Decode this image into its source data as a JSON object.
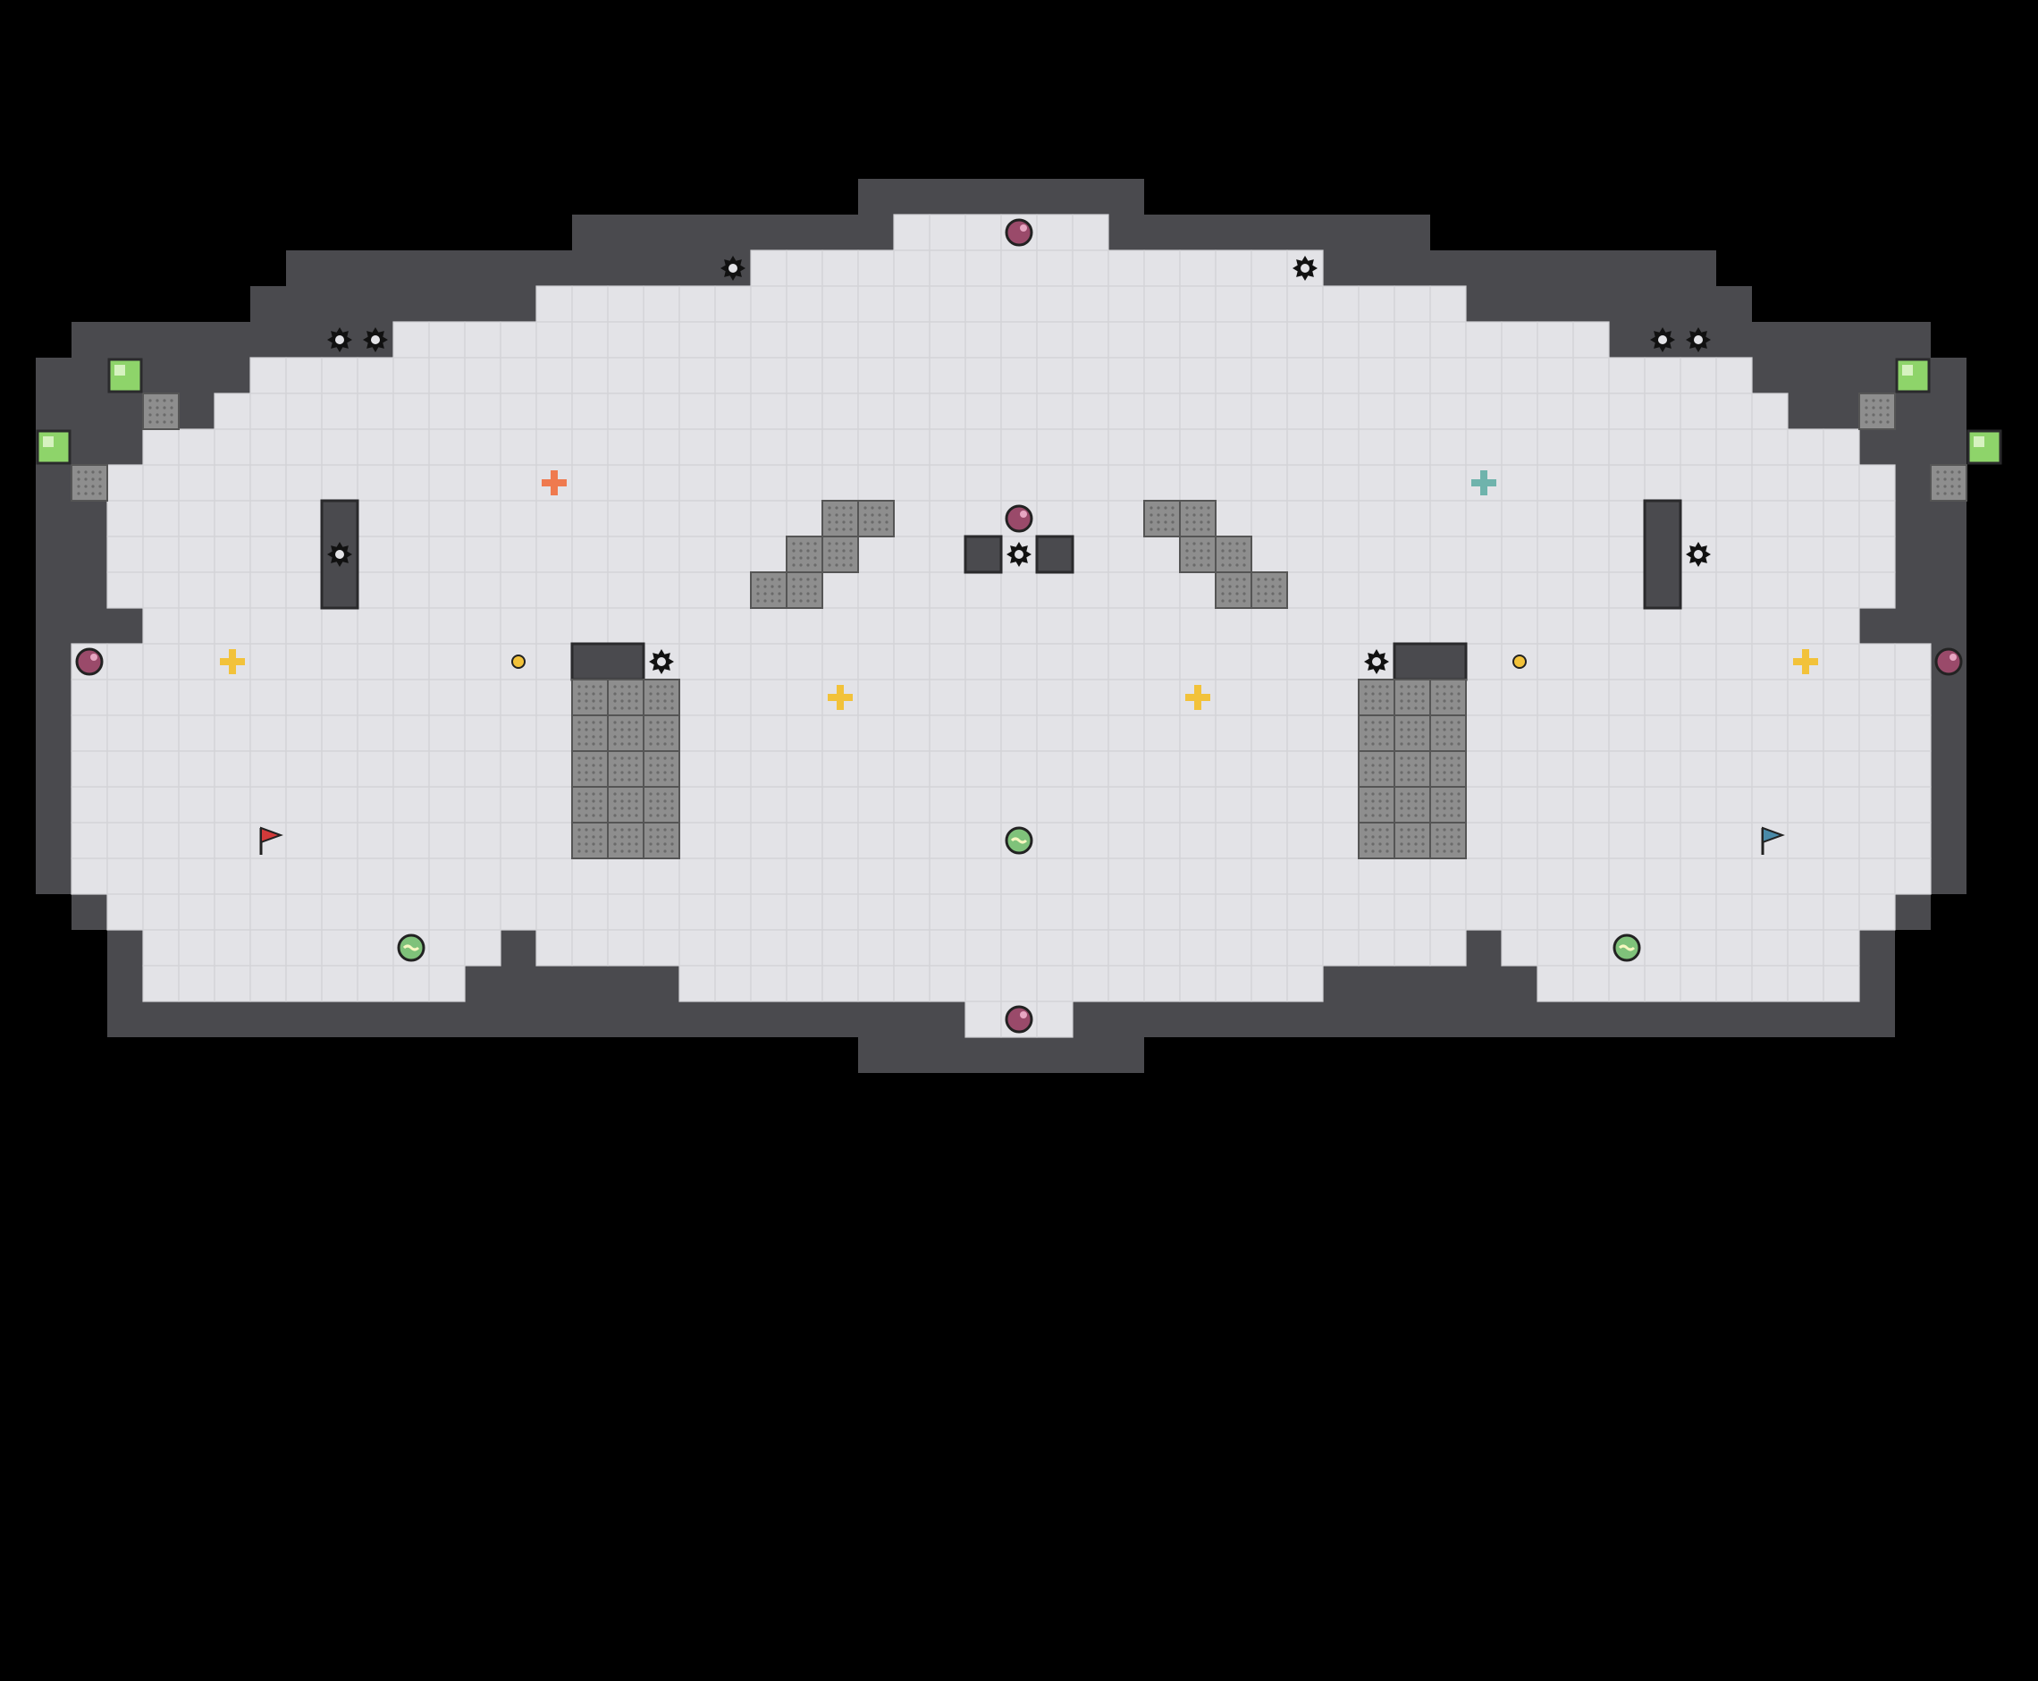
{
  "map": {
    "background_color": "#000000",
    "floor_color": "#e3e3e7",
    "wall_color": "#4a4a4e",
    "grate_color": "#8e8e8e",
    "tile_size": 40
  },
  "flags": [
    {
      "team": "red",
      "icon": "red-flag-icon",
      "color": "#d33a3a",
      "cell": [
        7,
        23
      ]
    },
    {
      "team": "blue",
      "icon": "blue-flag-icon",
      "color": "#4a8aa8",
      "cell": [
        49,
        23
      ]
    }
  ],
  "spawn_markers": [
    {
      "team": "red",
      "icon": "red-spawn-cross-icon",
      "color": "#ef7a4f",
      "cell": [
        15,
        13
      ]
    },
    {
      "team": "blue",
      "icon": "blue-spawn-cross-icon",
      "color": "#6fb3ac",
      "cell": [
        41,
        13
      ]
    }
  ],
  "boosts": {
    "icon": "boost-cross-icon",
    "color": "#f2c23a",
    "cells": [
      [
        6,
        18
      ],
      [
        23,
        19
      ],
      [
        33,
        19
      ],
      [
        50,
        18
      ]
    ]
  },
  "bombs": {
    "icon": "bomb-icon",
    "color": "#9a4a6a",
    "cells": [
      [
        28,
        6
      ],
      [
        28,
        14
      ],
      [
        2,
        18
      ],
      [
        54,
        18
      ],
      [
        28,
        28
      ]
    ]
  },
  "powerups": {
    "icon": "powerup-orb-icon",
    "color": "#7fc27a",
    "cells": [
      [
        28,
        23
      ],
      [
        11,
        26
      ],
      [
        45,
        26
      ]
    ]
  },
  "small_tokens": {
    "icon": "coin-icon",
    "color": "#f2c23a",
    "cells": [
      [
        14,
        18
      ],
      [
        42,
        18
      ]
    ]
  },
  "spikes": {
    "icon": "spike-icon",
    "cells": [
      [
        20,
        7
      ],
      [
        36,
        7
      ],
      [
        9,
        9
      ],
      [
        10,
        9
      ],
      [
        46,
        9
      ],
      [
        47,
        9
      ],
      [
        9,
        15
      ],
      [
        28,
        15
      ],
      [
        47,
        15
      ],
      [
        18,
        18
      ],
      [
        38,
        18
      ]
    ]
  },
  "gates": {
    "icon": "green-gate-icon",
    "color": "#8ed46a",
    "cells": [
      [
        3,
        10
      ],
      [
        53,
        10
      ],
      [
        1,
        12
      ],
      [
        55,
        12
      ]
    ]
  }
}
